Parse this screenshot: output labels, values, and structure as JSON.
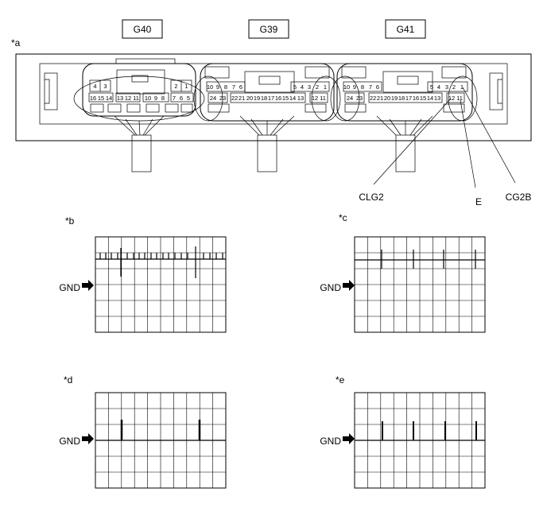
{
  "connectors": {
    "labels": [
      "G40",
      "G39",
      "G41"
    ],
    "figure_label": "*a",
    "pins": {
      "g40_top_left": [
        "4",
        "3"
      ],
      "g40_top_right": [
        "2",
        "1"
      ],
      "g40_bottom": [
        "16",
        "15",
        "14",
        "13",
        "12",
        "11",
        "10",
        "9",
        "8",
        "7",
        "6",
        "5"
      ],
      "g39_top_left": [
        "10",
        "9",
        "8",
        "7",
        "6"
      ],
      "g39_top_right": [
        "5",
        "4",
        "3",
        "2",
        "1"
      ],
      "g39_bottom_left": [
        "24",
        "23"
      ],
      "g39_bottom_mid": [
        "22",
        "21",
        "20",
        "19",
        "18",
        "17",
        "16",
        "15",
        "14",
        "13"
      ],
      "g39_bottom_right": [
        "12",
        "11"
      ],
      "g41_top_left": [
        "10",
        "9",
        "8",
        "7",
        "6"
      ],
      "g41_top_right": [
        "5",
        "4",
        "3",
        "2",
        "1"
      ],
      "g41_bottom_left": [
        "24",
        "23"
      ],
      "g41_bottom_mid": [
        "22",
        "21",
        "20",
        "19",
        "18",
        "17",
        "16",
        "15",
        "14",
        "13"
      ],
      "g41_bottom_right": [
        "12",
        "11"
      ]
    },
    "callouts": [
      "CLG2",
      "E",
      "CG2B"
    ]
  },
  "waveforms": [
    {
      "label": "*b",
      "ground": "GND"
    },
    {
      "label": "*c",
      "ground": "GND"
    },
    {
      "label": "*d",
      "ground": "GND"
    },
    {
      "label": "*e",
      "ground": "GND"
    }
  ]
}
